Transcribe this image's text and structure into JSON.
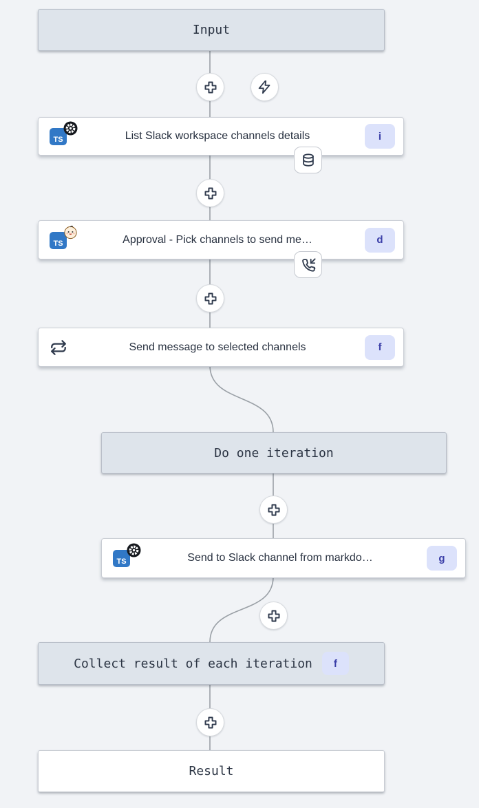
{
  "colors": {
    "canvas_bg": "#f1f3f6",
    "virtual_node_bg": "#dee4eb",
    "node_bg": "#ffffff",
    "node_border": "#c9cdd4",
    "connector": "#9aa0a6",
    "badge_bg": "#dce2fb",
    "badge_text": "#3b3fa8",
    "icon_stroke": "#2f3a4d",
    "ts_blue": "#3178c6"
  },
  "nodes": {
    "input": {
      "label": "Input"
    },
    "list_channels": {
      "label": "List Slack workspace channels details",
      "badge": "i"
    },
    "approval": {
      "label": "Approval - Pick channels to send me…",
      "badge": "d"
    },
    "send_message": {
      "label": "Send message to selected channels",
      "badge": "f"
    },
    "do_iteration": {
      "label": "Do one iteration"
    },
    "send_slack": {
      "label": "Send to Slack channel from markdo…",
      "badge": "g"
    },
    "collect": {
      "label": "Collect result of each iteration",
      "badge": "f"
    },
    "result": {
      "label": "Result"
    }
  },
  "icons": {
    "ts_text": "TS"
  }
}
